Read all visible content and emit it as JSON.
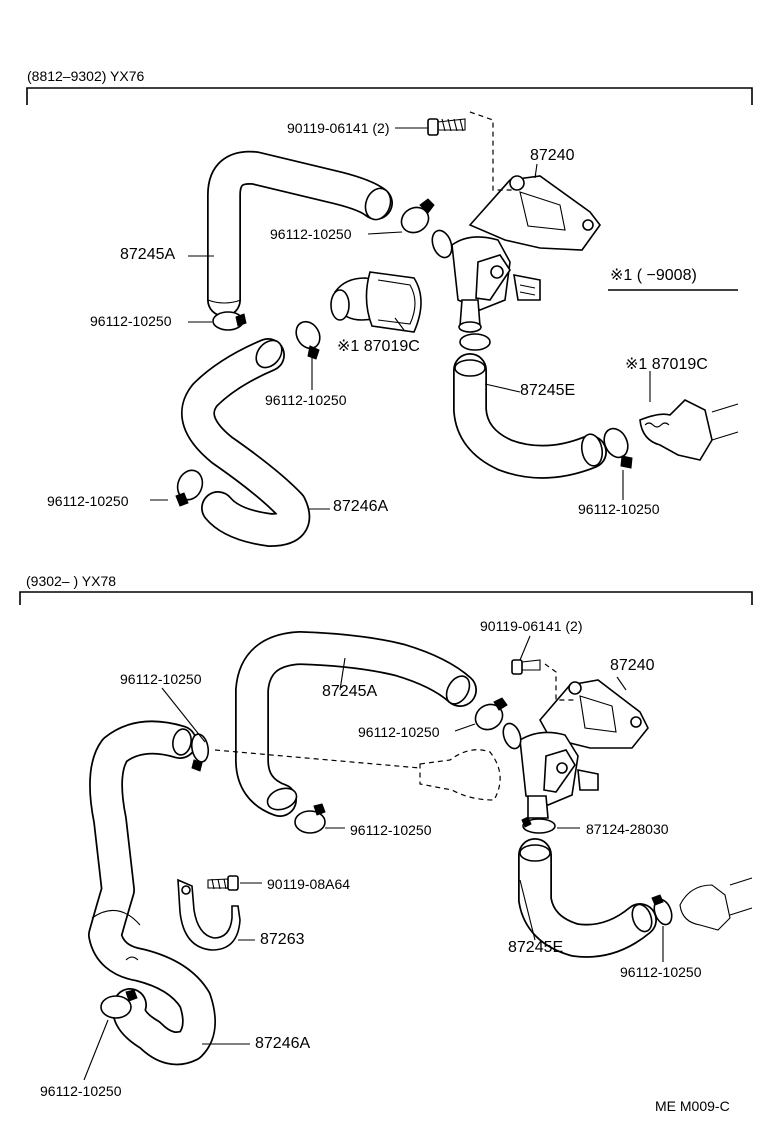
{
  "sections": [
    {
      "header": "(8812–9302) YX76",
      "labels": {
        "bolt": "90119-06141 (2)",
        "valve": "87240",
        "clamp_valve": "96112-10250",
        "hose_a": "87245A",
        "clamp_left": "96112-10250",
        "clamp_mid": "96112-10250",
        "vacuum_ref": "※1 87019C",
        "note": "※1 (        −9008)",
        "hose_e": "87245E",
        "vacuum_ref2": "※1 87019C",
        "clamp_lower_left": "96112-10250",
        "hose_246a": "87246A",
        "clamp_right": "96112-10250"
      }
    },
    {
      "header": "(9302–        ) YX78",
      "labels": {
        "bolt": "90119-06141 (2)",
        "valve": "87240",
        "clamp_top_left": "96112-10250",
        "hose_a": "87245A",
        "clamp_valve": "96112-10250",
        "clamp_mid": "96112-10250",
        "gasket": "87124-28030",
        "bolt2": "90119-08A64",
        "bracket": "87263",
        "hose_e": "87245E",
        "clamp_right": "96112-10250",
        "hose_246a": "87246A",
        "clamp_bottom": "96112-10250"
      }
    }
  ],
  "footer": "ME  M009-C"
}
